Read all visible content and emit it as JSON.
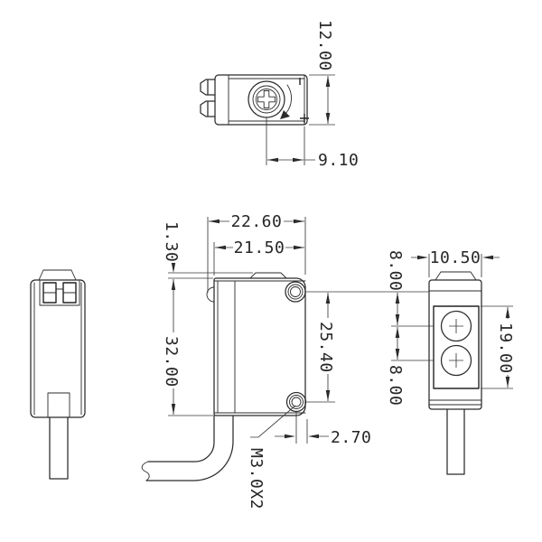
{
  "drawing": {
    "line_color": "#2b2b2b",
    "background_color": "#ffffff",
    "dimensions": {
      "top_view": {
        "depth": "12.00",
        "screw_offset": "9.10"
      },
      "front_view": {
        "overall_width": "22.60",
        "body_width": "21.50",
        "lip_height": "1.30",
        "body_height": "32.00",
        "hole_pitch": "25.40",
        "hole_edge_offset": "2.70",
        "thread_callout": "M3.0X2"
      },
      "right_view": {
        "width": "10.50",
        "top_to_lens": "8.00",
        "lens_pitch": "8.00",
        "window_height": "19.00"
      }
    }
  }
}
